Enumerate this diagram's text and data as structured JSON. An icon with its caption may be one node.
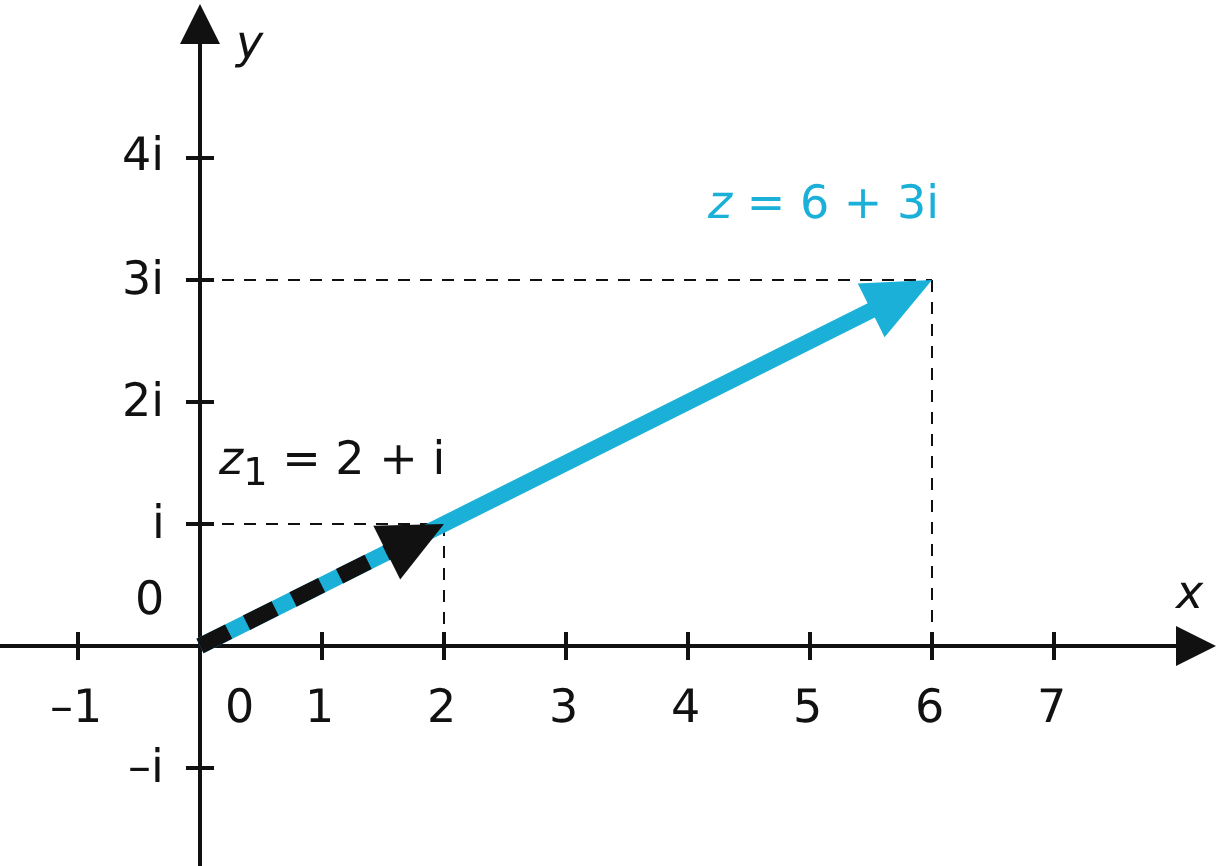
{
  "diagram": {
    "labels": [
      "y",
      "4i",
      "*z* = 6 + 3i",
      "3i",
      "2i",
      "*z*$_{1}$ = 2 + i",
      "i",
      "0",
      "x",
      "–1",
      "0",
      "1",
      "2",
      "3",
      "4",
      "5",
      "6",
      "7",
      "–i"
    ]
  }
}
